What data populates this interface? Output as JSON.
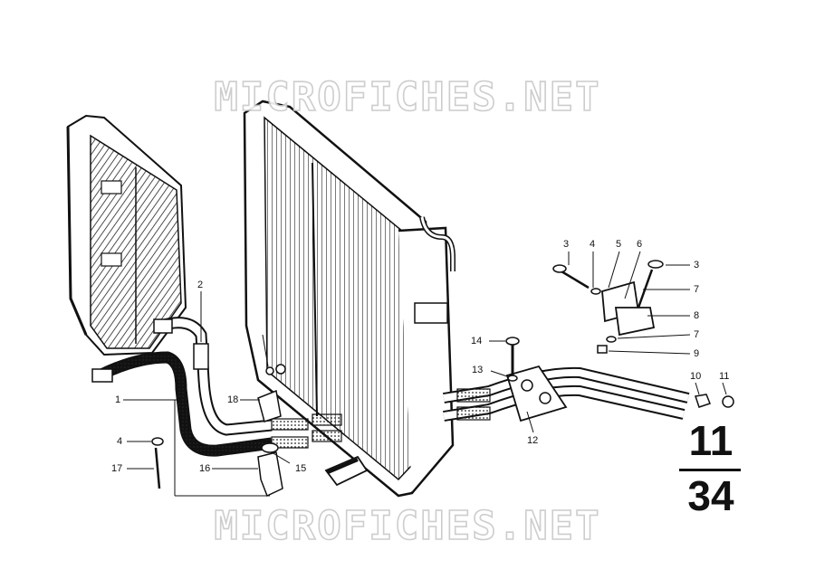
{
  "watermark": {
    "top": "MICROFICHES.NET",
    "bottom": "MICROFICHES.NET"
  },
  "figure_number": {
    "top": "11",
    "bottom": "34"
  },
  "callouts": [
    {
      "id": "c3a",
      "text": "3"
    },
    {
      "id": "c4a",
      "text": "4"
    },
    {
      "id": "c5",
      "text": "5"
    },
    {
      "id": "c6",
      "text": "6"
    },
    {
      "id": "c3b",
      "text": "3"
    },
    {
      "id": "c7a",
      "text": "7"
    },
    {
      "id": "c8",
      "text": "8"
    },
    {
      "id": "c7b",
      "text": "7"
    },
    {
      "id": "c9",
      "text": "9"
    },
    {
      "id": "c14",
      "text": "14"
    },
    {
      "id": "c13",
      "text": "13"
    },
    {
      "id": "c10",
      "text": "10"
    },
    {
      "id": "c11",
      "text": "11"
    },
    {
      "id": "c12",
      "text": "12"
    },
    {
      "id": "c2",
      "text": "2"
    },
    {
      "id": "c1",
      "text": "1"
    },
    {
      "id": "c18",
      "text": "18"
    },
    {
      "id": "c4b",
      "text": "4"
    },
    {
      "id": "c17",
      "text": "17"
    },
    {
      "id": "c16",
      "text": "16"
    },
    {
      "id": "c15",
      "text": "15"
    }
  ]
}
